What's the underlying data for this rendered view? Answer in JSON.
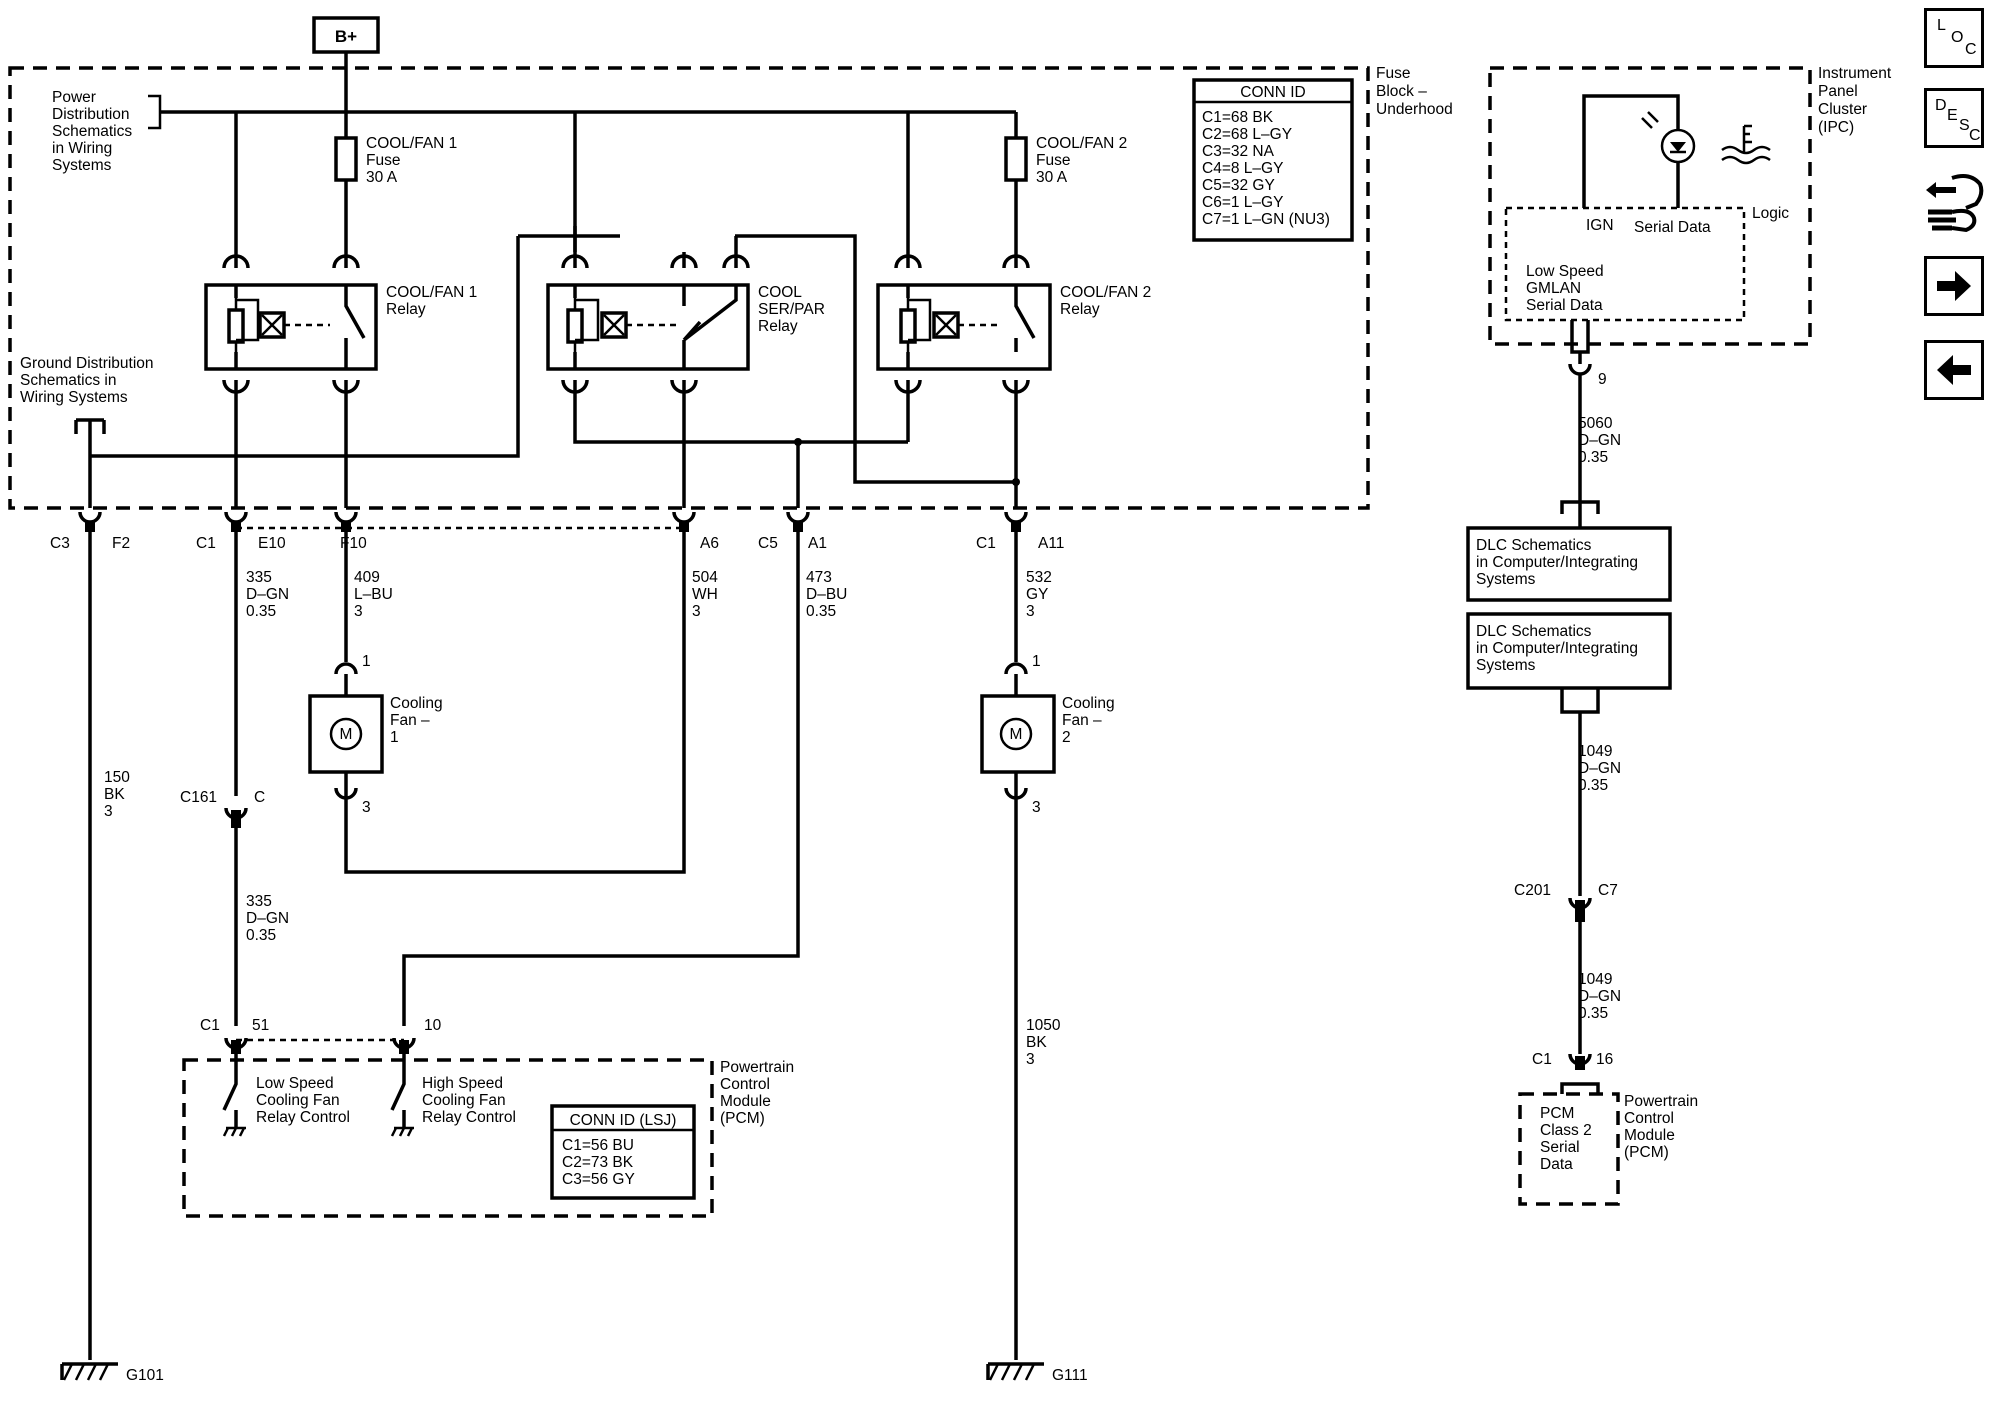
{
  "nav": {
    "loc": [
      "L",
      "O",
      "C"
    ],
    "desc": [
      "D",
      "E",
      "S",
      "C"
    ],
    "arrow_right": "next-page",
    "arrow_left": "previous-page"
  },
  "top": {
    "bplus": "B+"
  },
  "fuse_block": {
    "label": [
      "Fuse",
      "Block –",
      "Underhood"
    ],
    "power_dist": [
      "Power",
      "Distribution",
      "Schematics",
      "in Wiring",
      "Systems"
    ],
    "ground_dist": [
      "Ground Distribution",
      "Schematics in",
      "Wiring Systems"
    ],
    "fuse1": [
      "COOL/FAN 1",
      "Fuse",
      "30 A"
    ],
    "fuse2": [
      "COOL/FAN 2",
      "Fuse",
      "30 A"
    ],
    "relay1": [
      "COOL/FAN 1",
      "Relay"
    ],
    "relay_ser": [
      "COOL",
      "SER/PAR",
      "Relay"
    ],
    "relay2": [
      "COOL/FAN 2",
      "Relay"
    ],
    "conn_id": {
      "title": "CONN ID",
      "rows": [
        "C1=68 BK",
        "C2=68 L–GY",
        "C3=32 NA",
        "C4=8 L–GY",
        "C5=32 GY",
        "C6=1 L–GY",
        "C7=1 L–GN (NU3)"
      ]
    }
  },
  "connectors": {
    "c3": "C3",
    "f2": "F2",
    "c1a": "C1",
    "e10": "E10",
    "f10": "F10",
    "a6": "A6",
    "c5": "C5",
    "a1": "A1",
    "c1b": "C1",
    "a11": "A11"
  },
  "wires": {
    "w335a": [
      "335",
      "D–GN",
      "0.35"
    ],
    "w409": [
      "409",
      "L–BU",
      "3"
    ],
    "w504": [
      "504",
      "WH",
      "3"
    ],
    "w473": [
      "473",
      "D–BU",
      "0.35"
    ],
    "w532": [
      "532",
      "GY",
      "3"
    ],
    "w150": [
      "150",
      "BK",
      "3"
    ],
    "w335b": [
      "335",
      "D–GN",
      "0.35"
    ],
    "w1050": [
      "1050",
      "BK",
      "3"
    ]
  },
  "fans": {
    "fan1": {
      "label": [
        "Cooling",
        "Fan –",
        "1"
      ],
      "motor": "M",
      "pin_top": "1",
      "pin_bot": "3"
    },
    "fan2": {
      "label": [
        "Cooling",
        "Fan –",
        "2"
      ],
      "motor": "M",
      "pin_top": "1",
      "pin_bot": "3"
    }
  },
  "c161": {
    "label": "C161",
    "pin": "C"
  },
  "pcm": {
    "c1": "C1",
    "pin51": "51",
    "pin10": "10",
    "label": [
      "Powertrain",
      "Control",
      "Module",
      "(PCM)"
    ],
    "low": [
      "Low Speed",
      "Cooling Fan",
      "Relay Control"
    ],
    "high": [
      "High Speed",
      "Cooling Fan",
      "Relay Control"
    ],
    "conn_id": {
      "title": "CONN ID (LSJ)",
      "rows": [
        "C1=56 BU",
        "C2=73 BK",
        "C3=56 GY"
      ]
    }
  },
  "grounds": {
    "g101": "G101",
    "g111": "G111"
  },
  "ipc": {
    "label": [
      "Instrument",
      "Panel",
      "Cluster",
      "(IPC)"
    ],
    "logic": "Logic",
    "ign": "IGN",
    "serial": "Serial Data",
    "gmlan": [
      "Low Speed",
      "GMLAN",
      "Serial Data"
    ],
    "pin9": "9",
    "w5060": [
      "5060",
      "D–GN",
      "0.35"
    ]
  },
  "dlc": {
    "box1": [
      "DLC Schematics",
      "in Computer/Integrating",
      "Systems"
    ],
    "box2": [
      "DLC Schematics",
      "in Computer/Integrating",
      "Systems"
    ],
    "w1049a": [
      "1049",
      "D–GN",
      "0.35"
    ],
    "c201": "C201",
    "c7": "C7",
    "w1049b": [
      "1049",
      "D–GN",
      "0.35"
    ],
    "c1": "C1",
    "pin16": "16",
    "pcm_box": [
      "PCM",
      "Class 2",
      "Serial",
      "Data"
    ],
    "pcm_label": [
      "Powertrain",
      "Control",
      "Module",
      "(PCM)"
    ]
  }
}
